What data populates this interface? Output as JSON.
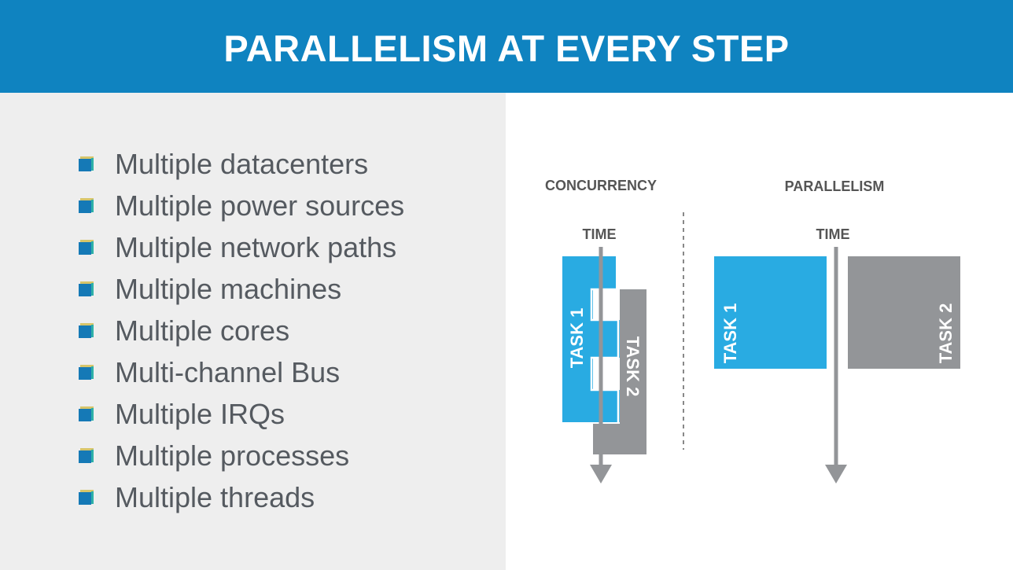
{
  "slide": {
    "title": "PARALLELISM AT EVERY STEP"
  },
  "bullets": [
    "Multiple datacenters",
    "Multiple power sources",
    "Multiple network paths",
    "Multiple machines",
    "Multiple cores",
    "Multi-channel Bus",
    "Multiple IRQs",
    "Multiple processes",
    "Multiple threads"
  ],
  "diagram": {
    "concurrency": {
      "heading": "CONCURRENCY",
      "time_label": "TIME",
      "task1_label": "TASK 1",
      "task2_label": "TASK 2"
    },
    "parallelism": {
      "heading": "PARALLELISM",
      "time_label": "TIME",
      "task1_label": "TASK 1",
      "task2_label": "TASK 2"
    },
    "colors": {
      "task1": "#29abe2",
      "task2": "#939598",
      "arrow": "#939598",
      "label": "#555555",
      "header": "#0f83c0"
    }
  }
}
